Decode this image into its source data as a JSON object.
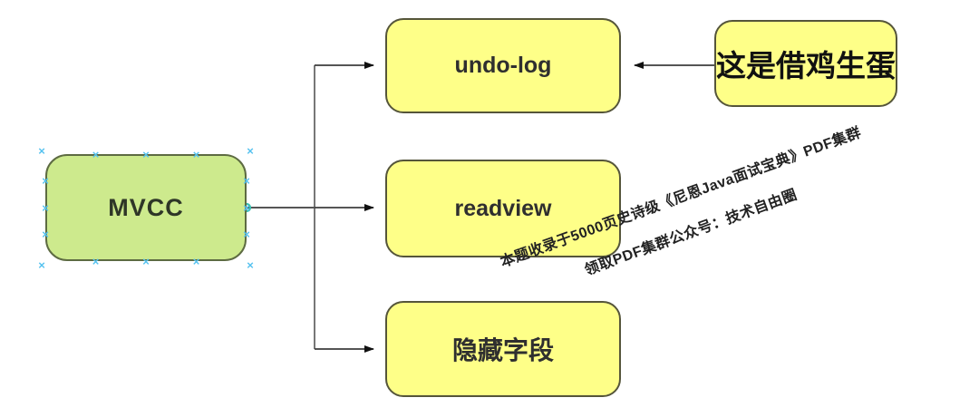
{
  "diagram": {
    "nodes": {
      "mvcc": {
        "label": "MVCC",
        "fill": "#cdea8d",
        "border": "#5d6b42",
        "selected": true
      },
      "undo_log": {
        "label": "undo-log",
        "fill": "#feff88",
        "border": "#55553a"
      },
      "borrow_chicken": {
        "label": "这是借鸡生蛋",
        "fill": "#feff88",
        "border": "#55553a"
      },
      "readview": {
        "label": "readview",
        "fill": "#feff88",
        "border": "#55553a"
      },
      "hidden_fields": {
        "label": "隐藏字段",
        "fill": "#feff88",
        "border": "#55553a"
      }
    },
    "edges": [
      {
        "from": "mvcc",
        "to": "undo_log"
      },
      {
        "from": "mvcc",
        "to": "readview"
      },
      {
        "from": "mvcc",
        "to": "hidden_fields"
      },
      {
        "from": "borrow_chicken",
        "to": "undo_log"
      }
    ],
    "watermark": {
      "line1": "本题收录于5000页史诗级《尼恩Java面试宝典》PDF集群",
      "line2": "领取PDF集群公众号：技术自由圈"
    },
    "colors": {
      "connector": "#3d3d3d",
      "arrowhead": "#111111",
      "selection_handle": "#56c2ef",
      "connection_point": "#35c0b0",
      "watermark_text": "#222222"
    }
  }
}
